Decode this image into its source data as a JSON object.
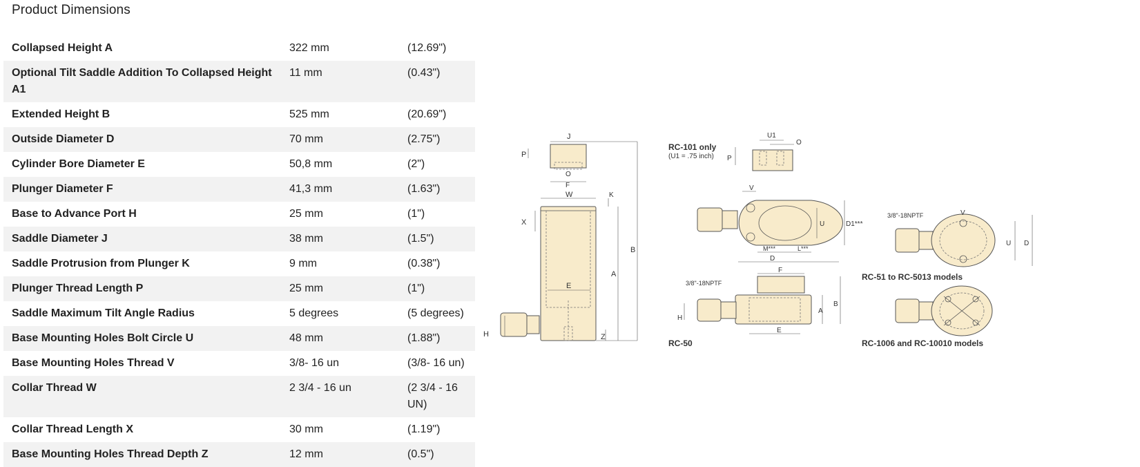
{
  "page": {
    "title": "Product Dimensions"
  },
  "dimensions": {
    "rows": [
      {
        "label": "Collapsed Height A",
        "metric": "322 mm",
        "imperial": "(12.69\")"
      },
      {
        "label": "Optional Tilt Saddle Addition To Collapsed Height A1",
        "metric": "11 mm",
        "imperial": "(0.43\")"
      },
      {
        "label": "Extended Height B",
        "metric": "525 mm",
        "imperial": "(20.69\")"
      },
      {
        "label": "Outside Diameter D",
        "metric": "70 mm",
        "imperial": "(2.75\")"
      },
      {
        "label": "Cylinder Bore Diameter E",
        "metric": "50,8 mm",
        "imperial": "(2\")"
      },
      {
        "label": "Plunger Diameter F",
        "metric": "41,3 mm",
        "imperial": "(1.63\")"
      },
      {
        "label": "Base to Advance Port H",
        "metric": "25 mm",
        "imperial": "(1\")"
      },
      {
        "label": "Saddle Diameter J",
        "metric": "38 mm",
        "imperial": "(1.5\")"
      },
      {
        "label": "Saddle Protrusion from Plunger K",
        "metric": "9 mm",
        "imperial": "(0.38\")"
      },
      {
        "label": "Plunger Thread Length P",
        "metric": "25 mm",
        "imperial": "(1\")"
      },
      {
        "label": "Saddle Maximum Tilt Angle Radius",
        "metric": "5 degrees",
        "imperial": "(5 degrees)"
      },
      {
        "label": "Base Mounting Holes Bolt Circle U",
        "metric": "48 mm",
        "imperial": "(1.88\")"
      },
      {
        "label": "Base Mounting Holes Thread V",
        "metric": "3/8- 16 un",
        "imperial": "(3/8- 16 un)"
      },
      {
        "label": "Collar Thread W",
        "metric": "2 3/4 - 16 un",
        "imperial": "(2 3/4 - 16 UN)"
      },
      {
        "label": "Collar Thread Length X",
        "metric": "30 mm",
        "imperial": "(1.19\")"
      },
      {
        "label": "Base Mounting Holes Thread Depth Z",
        "metric": "12 mm",
        "imperial": "(0.5\")"
      }
    ]
  },
  "drawing": {
    "fill_color": "#f8ebcb",
    "line_color": "#555555",
    "labels": {
      "rc101_title": "RC-101 only",
      "rc101_note": "(U1 = .75 inch)",
      "rc50": "RC-50",
      "rc51": "RC-51 to RC-5013 models",
      "rc1006": "RC-1006 and RC-10010 models",
      "thread_npt_1": "3/8\"-18NPTF",
      "thread_npt_2": "3/8\"-18NPTF",
      "dim_J": "J",
      "dim_P": "P",
      "dim_O": "O",
      "dim_F": "F",
      "dim_W": "W",
      "dim_K": "K",
      "dim_X": "X",
      "dim_B": "B",
      "dim_A": "A",
      "dim_E": "E",
      "dim_H": "H",
      "dim_Z": "Z",
      "dim_U1": "U1",
      "dim_O2": "O",
      "dim_P2": "P",
      "dim_V": "V",
      "dim_U": "U",
      "dim_D1": "D1***",
      "dim_M": "M***",
      "dim_L": "L***",
      "dim_D": "D",
      "dim_F2": "F",
      "dim_H2": "H",
      "dim_A2": "A",
      "dim_B2": "B",
      "dim_E2": "E",
      "dim_V2": "V",
      "dim_U2": "U",
      "dim_D2": "D"
    }
  }
}
